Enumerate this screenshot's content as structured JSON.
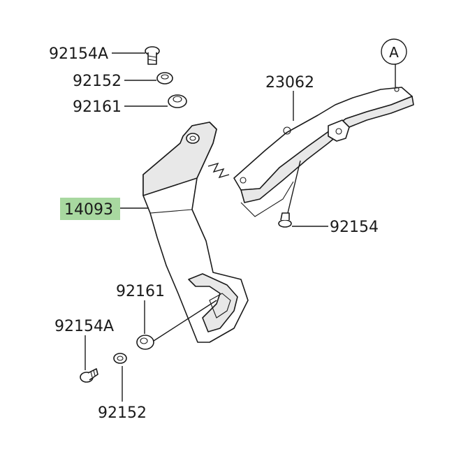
{
  "labels": {
    "p92154a_top": "92154A",
    "p92152_top": "92152",
    "p92161_top": "92161",
    "p14093": "14093",
    "p23062": "23062",
    "p92154_right": "92154",
    "p92161_bottom": "92161",
    "p92154a_bottom": "92154A",
    "p92152_bottom": "92152",
    "ref_a": "A"
  },
  "colors": {
    "highlight": "#a8d8a0",
    "line": "#1a1a1a",
    "shade": "#e8e8e8"
  }
}
